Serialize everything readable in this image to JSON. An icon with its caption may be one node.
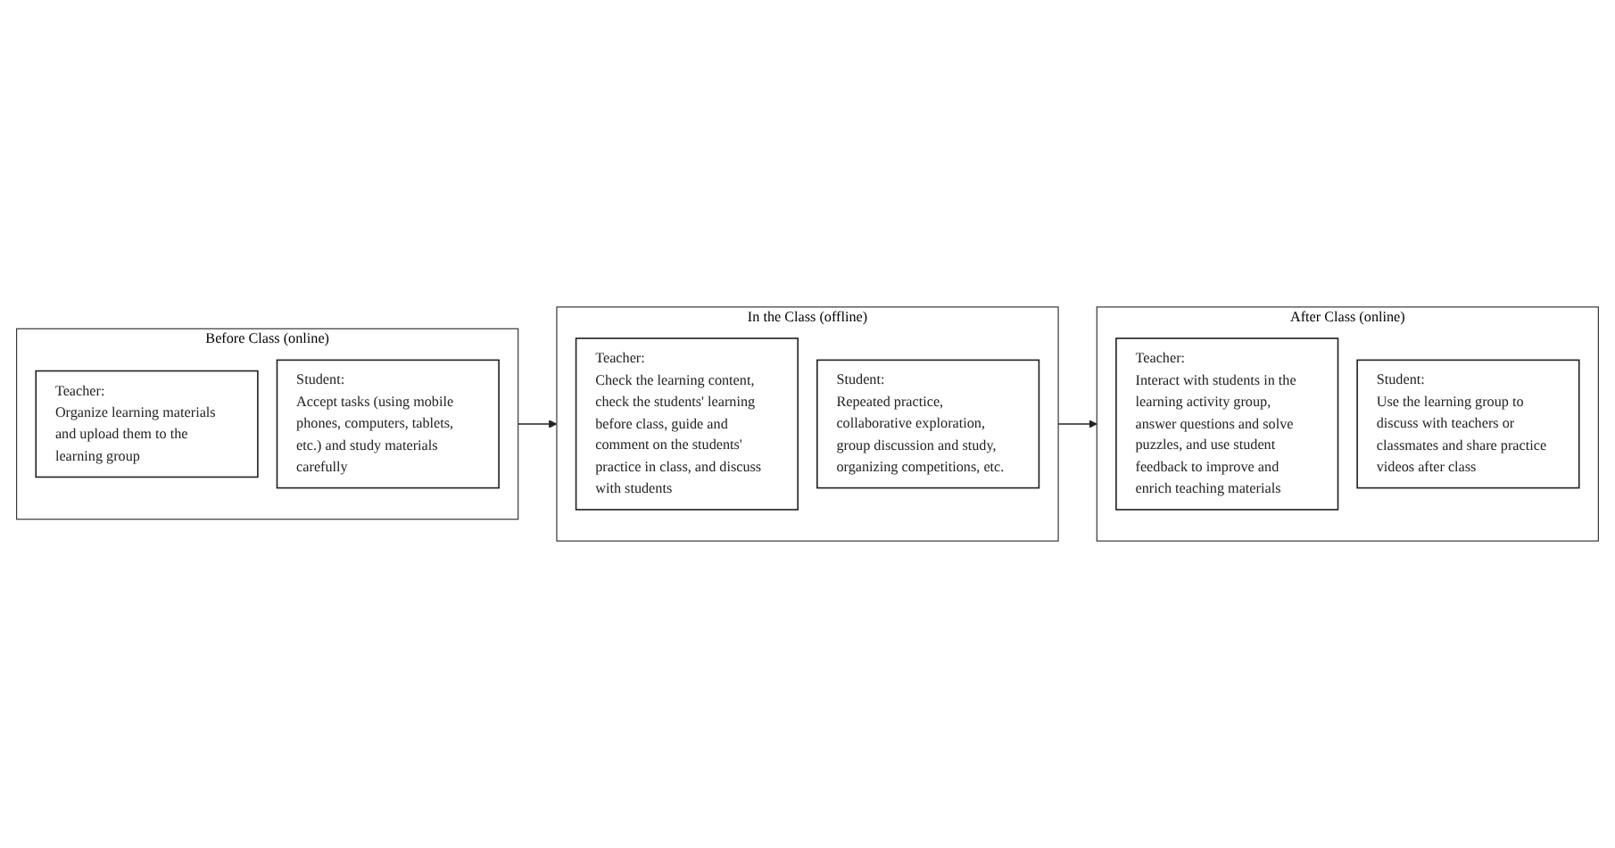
{
  "diagram": {
    "nodes": [
      {
        "text": [
          "Before Class (online)"
        ]
      },
      {
        "text": [
          "Teacher:",
          "Organize learning materials and upload them to the learning group"
        ],
        "in": 0
      },
      {
        "text": [
          "Student:",
          "Accept tasks (using mobile phones, computers, tablets, etc.) and study materials carefully"
        ],
        "in": 0
      },
      {
        "text": [
          "In the Class (offline)"
        ]
      },
      {
        "text": [
          "Teacher:",
          "Check the learning content, check the students' learning before class, guide and comment on the students' practice in class, and discuss with students"
        ],
        "in": 3
      },
      {
        "text": [
          "Student:",
          "Repeated practice, collaborative exploration, group discussion and study, organizing competitions, etc."
        ],
        "in": 3
      },
      {
        "text": [
          "After Class (online)"
        ]
      },
      {
        "text": [
          "Teacher:",
          "Interact with students in the learning activity group, answer questions and solve puzzles, and use student feedback to improve and enrich teaching materials"
        ],
        "in": 6
      },
      {
        "text": [
          "Student:",
          "Use the learning group to discuss with teachers or classmates and share practice videos after class"
        ],
        "in": 6
      }
    ],
    "edges": [
      {
        "from": 0,
        "to": 3,
        "arrow": "to"
      },
      {
        "from": 3,
        "to": 6,
        "arrow": "to"
      }
    ]
  }
}
